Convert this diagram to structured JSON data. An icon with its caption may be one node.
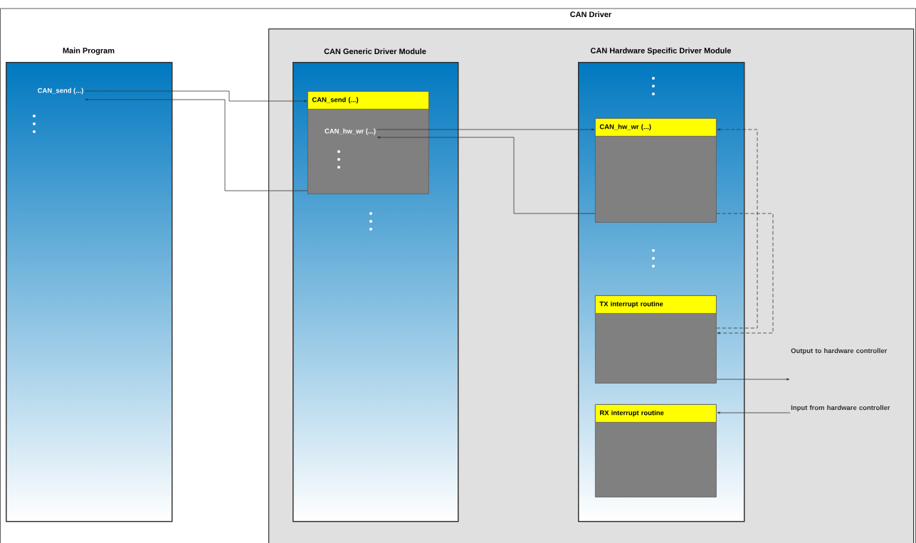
{
  "diagram": {
    "nodes": [
      {
        "text": [
          "Main Program"
        ]
      },
      {
        "text": [
          "CAN_send (...)"
        ],
        "in": 0
      },
      {
        "text": [
          "CAN Driver"
        ]
      },
      {
        "text": [
          "CAN Generic Driver Module"
        ],
        "in": 2
      },
      {
        "text": [
          "CAN_send (...)"
        ],
        "in": 3
      },
      {
        "text": [
          "CAN_hw_wr (...)"
        ],
        "in": 4
      },
      {
        "text": [
          "CAN Hardware Specific Driver Module"
        ],
        "in": 2
      },
      {
        "text": [
          "CAN_hw_wr (...)"
        ],
        "in": 6
      },
      {
        "text": [
          "TX interrupt routine"
        ],
        "in": 6
      },
      {
        "text": [
          "RX interrupt routine"
        ],
        "in": 6
      },
      {
        "text": [
          "Output to hardware controller"
        ],
        "in": 2
      },
      {
        "text": [
          "Input from hardware controller"
        ],
        "in": 2
      }
    ],
    "edges": [
      {
        "from": 1,
        "to": 4,
        "arrow": "to"
      },
      {
        "from": 4,
        "to": 1,
        "arrow": "to"
      },
      {
        "from": 5,
        "to": 7,
        "arrow": "to"
      },
      {
        "from": 7,
        "to": 5,
        "arrow": "to"
      },
      {
        "from": 8,
        "to": 7,
        "arrow": "to",
        "style": "dashed"
      },
      {
        "from": 7,
        "to": 8,
        "arrow": "to",
        "style": "dashed"
      },
      {
        "from": 8,
        "to": 10,
        "arrow": "to"
      },
      {
        "from": 11,
        "to": 9,
        "arrow": "to"
      }
    ]
  }
}
